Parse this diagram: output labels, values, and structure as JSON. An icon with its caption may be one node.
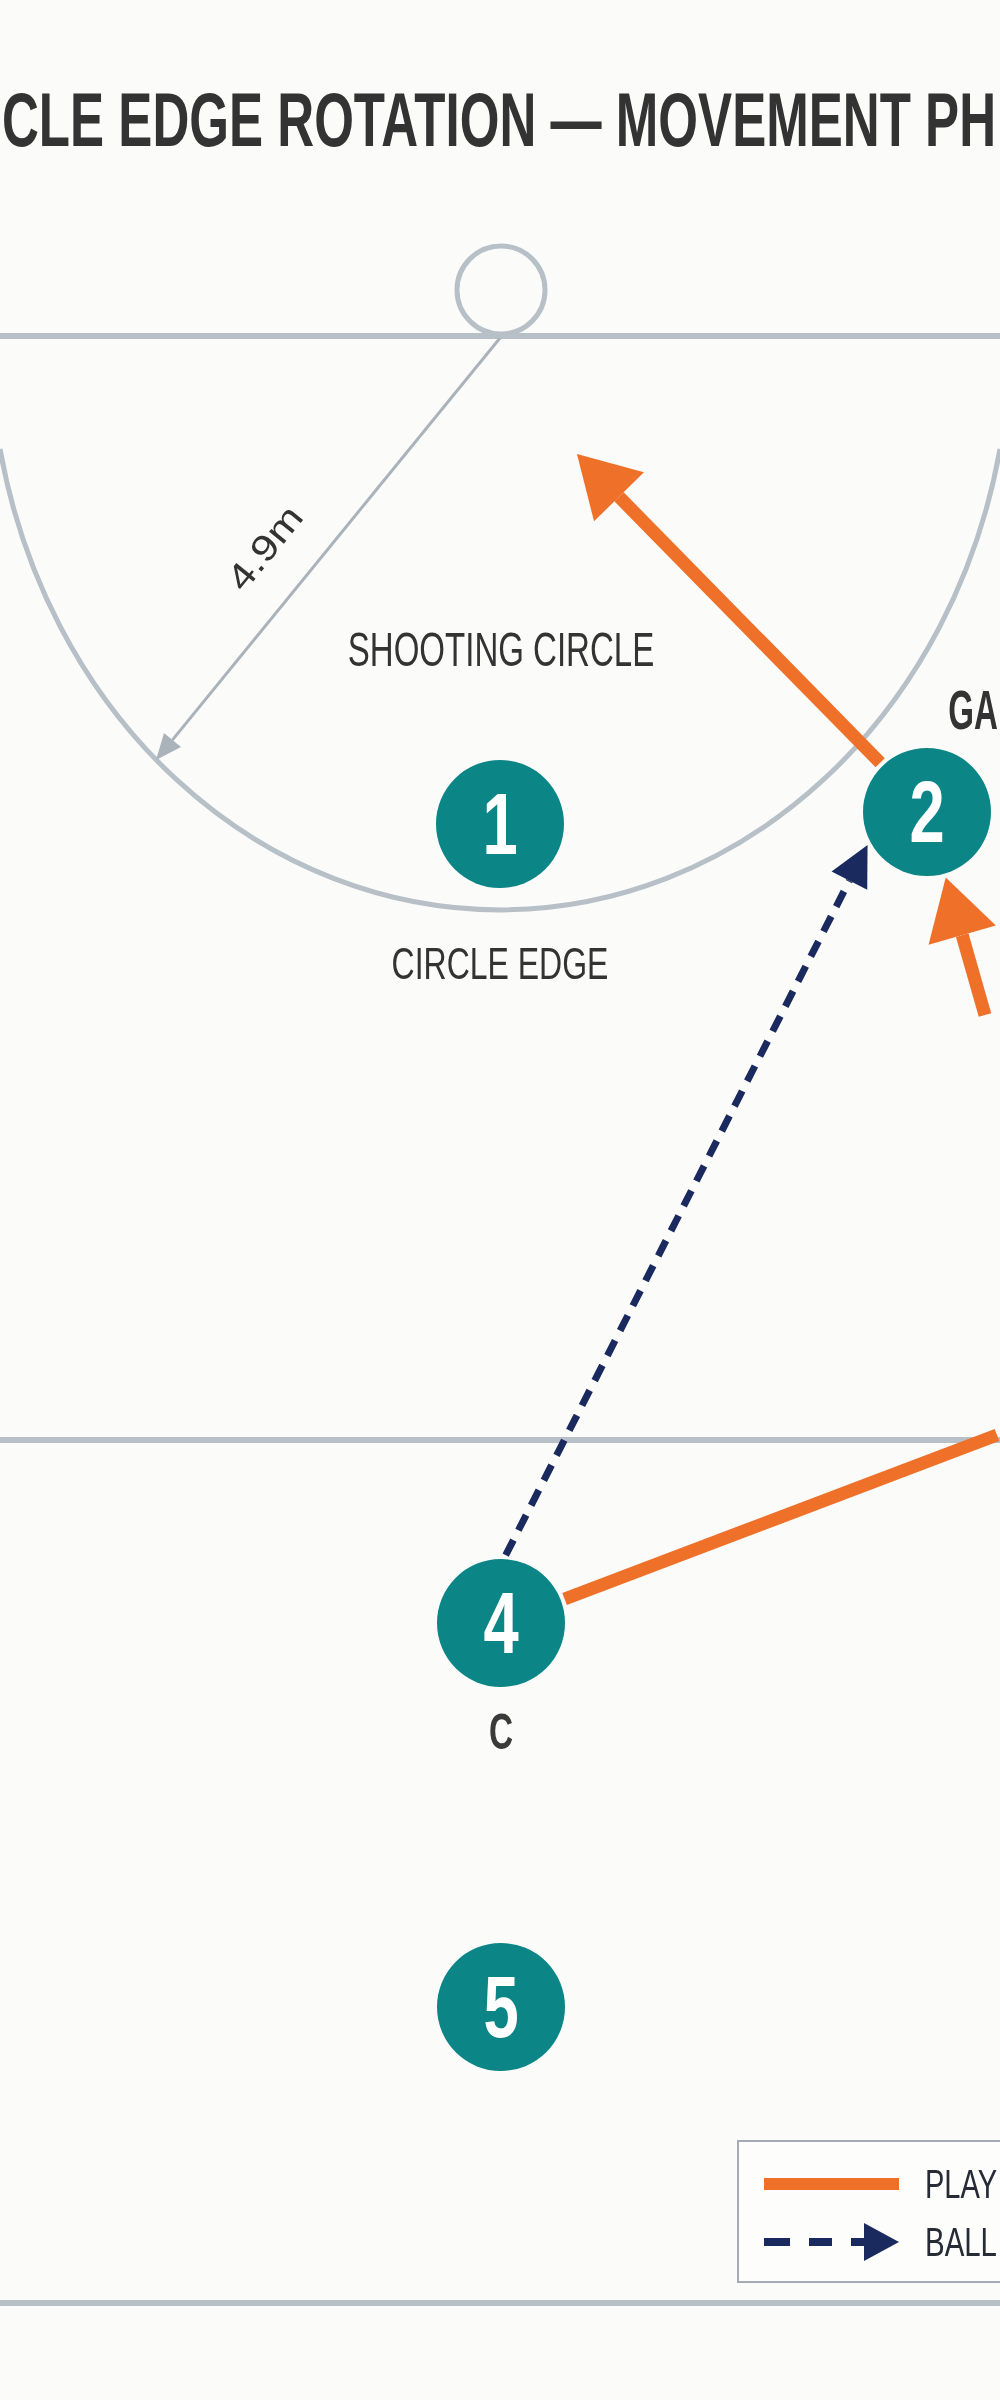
{
  "diagram": {
    "title": "CLE EDGE ROTATION — MOVEMENT PH",
    "nodes": [
      {
        "text": [
          "1"
        ]
      },
      {
        "text": [
          "2"
        ],
        "beside": [
          "GA"
        ]
      },
      {
        "text": [
          "4"
        ],
        "beside": [
          "C"
        ]
      },
      {
        "text": [
          "5"
        ]
      }
    ],
    "edges": [
      {
        "from": 1,
        "to": null,
        "arrow": "to"
      },
      {
        "from": null,
        "to": 1,
        "arrow": "to"
      },
      {
        "from": 2,
        "to": null,
        "arrow": "none"
      },
      {
        "from": 2,
        "to": 1,
        "arrow": "to",
        "style": "dashed",
        "color": "#1b2a5e"
      }
    ],
    "labels": [
      "4.9m",
      "SHOOTING CIRCLE",
      "CIRCLE EDGE"
    ],
    "legend": [
      {
        "text": "PLAY"
      },
      {
        "text": "BALL"
      }
    ]
  }
}
